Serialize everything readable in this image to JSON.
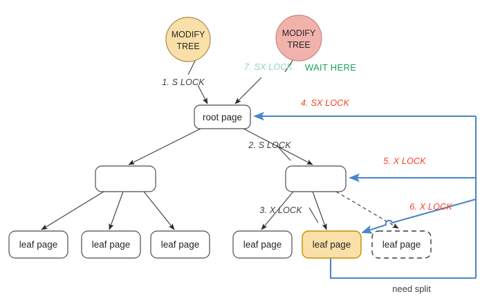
{
  "diagram": {
    "title": "B-tree latch coupling deadlock / wait diagram",
    "colors": {
      "highlight_fill": "#fadfa8",
      "pink_fill": "#f1b2ac",
      "blue_line": "#4a86c8",
      "red_label": "#ff3b21",
      "green_label": "#17a05f",
      "green_lock": "#8fd3b4"
    },
    "actors": [
      {
        "id": "actor-1",
        "line1": "MODIFY",
        "line2": "TREE",
        "color": "#fadfa8"
      },
      {
        "id": "actor-2",
        "line1": "MODIFY",
        "line2": "TREE",
        "color": "#f1b2ac"
      }
    ],
    "nodes": {
      "root": "root page",
      "internal_left": "",
      "internal_right": "",
      "leaves": [
        "leaf page",
        "leaf page",
        "leaf page",
        "leaf page",
        "leaf page",
        "leaf page"
      ]
    },
    "labels": {
      "step1": "1. S LOCK",
      "step2": "2. S LOCK",
      "step3": "3. X LOCK",
      "step4": "4. SX LOCK",
      "step5": "5. X LOCK",
      "step6": "6. X LOCK",
      "step7": "7. SX LOCK",
      "wait_here": "WAIT HERE",
      "need_split": "need split"
    }
  }
}
